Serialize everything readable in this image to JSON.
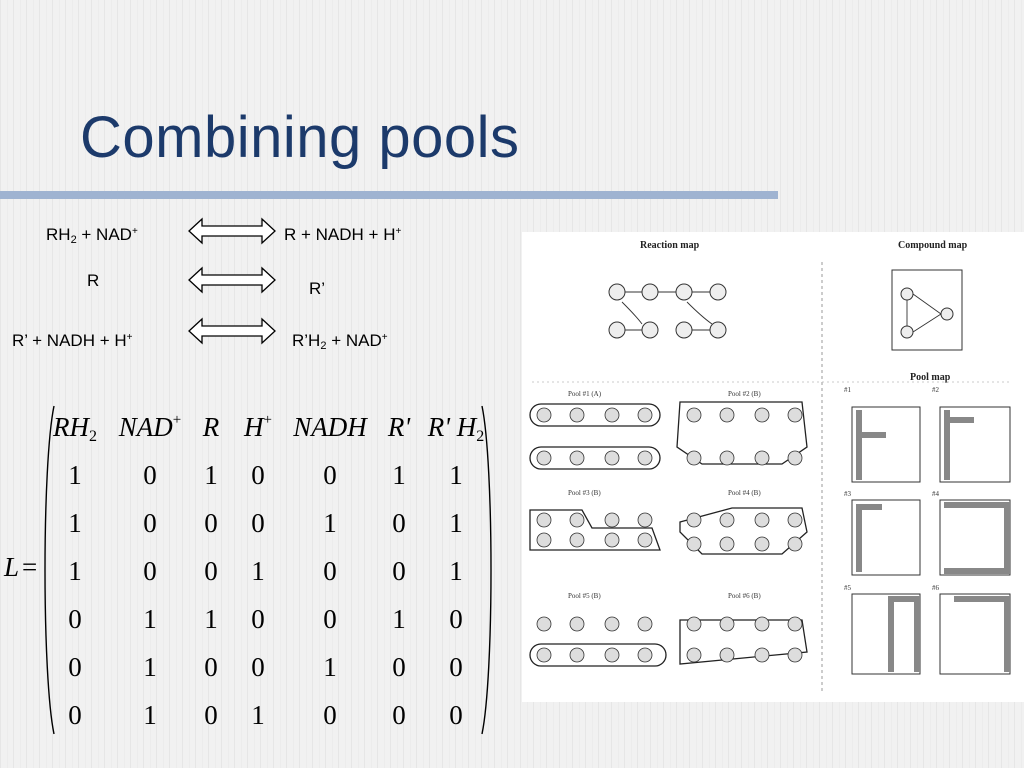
{
  "slide": {
    "title": "Combining pools"
  },
  "reactions": [
    {
      "left_a": "RH",
      "left_a_sub": "2",
      "left_b": " + NAD",
      "left_b_sup": "+",
      "right_a": "R + NADH + H",
      "right_a_sup": "+"
    },
    {
      "left_a": "R",
      "right_a": "R’"
    },
    {
      "left_a": "R’ + NADH + H",
      "left_a_sup": "+",
      "right_a": "R’H",
      "right_a_sub": "2",
      "right_b": " + NAD",
      "right_b_sup": "+"
    }
  ],
  "matrix": {
    "label": "L",
    "equals": "=",
    "headers": [
      {
        "base": "RH",
        "sub": "2"
      },
      {
        "base": "NAD",
        "sup": "+"
      },
      {
        "base": "R"
      },
      {
        "base": "H",
        "sup": "+"
      },
      {
        "base": "NADH"
      },
      {
        "base": "R'"
      },
      {
        "base": "R' H",
        "sub": "2"
      }
    ],
    "rows": [
      [
        "1",
        "0",
        "1",
        "0",
        "0",
        "1",
        "1"
      ],
      [
        "1",
        "0",
        "0",
        "0",
        "1",
        "0",
        "1"
      ],
      [
        "1",
        "0",
        "0",
        "1",
        "0",
        "0",
        "1"
      ],
      [
        "0",
        "1",
        "1",
        "0",
        "0",
        "1",
        "0"
      ],
      [
        "0",
        "1",
        "0",
        "0",
        "1",
        "0",
        "0"
      ],
      [
        "0",
        "1",
        "0",
        "1",
        "0",
        "0",
        "0"
      ]
    ]
  },
  "figure": {
    "reaction_map_title": "Reaction map",
    "compound_map_title": "Compound map",
    "pool_map_title": "Pool map",
    "pool_labels": [
      "Pool #1 (A)",
      "Pool #2 (B)",
      "Pool #3 (B)",
      "Pool #4 (B)",
      "Pool #5 (B)",
      "Pool #6 (B)"
    ],
    "pool_numbers": [
      "#1",
      "#2",
      "#3",
      "#4",
      "#5",
      "#6"
    ]
  },
  "colors": {
    "title": "#1c3a6b",
    "rule": "#9fb3d1"
  }
}
